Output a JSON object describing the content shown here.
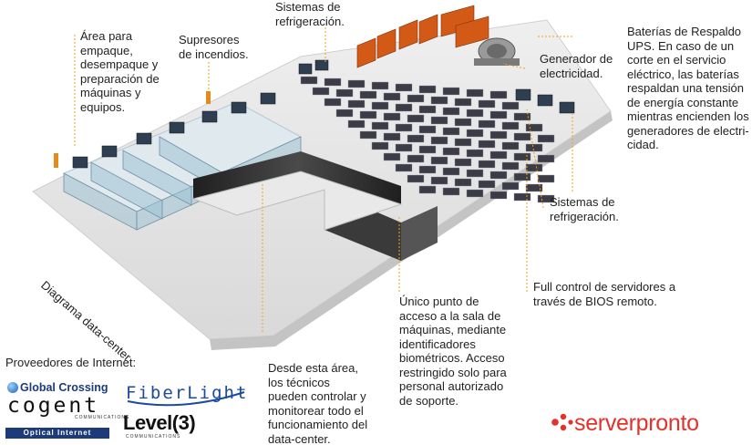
{
  "labels": {
    "area_empaque": "Área para\nempaque,\ndesempaque y\npreparación de\nmáquinas y\nequipos.",
    "supresores": "Supresores\nde incendios.",
    "refrigeracion_top": "Sistemas de\nrefrigeración.",
    "generador": "Generador de\nelectricidad.",
    "baterias": "Baterías de Respaldo\nUPS. En caso de un\ncorte en el servicio\neléctrico, las baterías\nrespaldan una tensión\nde energía constante\nmientras encienden los\ngeneradores de electri-\ncidad.",
    "refrigeracion_right": "Sistemas de\nrefrigeración.",
    "bios": "Full control de servidores a\ntravés de BIOS remoto.",
    "acceso": "Único punto de\nacceso a la sala de\nmáquinas, mediante\nidentificadores\nbiométricos. Acceso\nrestringido solo para\npersonal autorizado\nde soporte.",
    "tecnicos": "Desde esta área,\nlos técnicos\npueden controlar y\nmonitorear todo el\nfuncionamiento del\ndata-center."
  },
  "diagram_title": "Diagrama data-center.",
  "providers": {
    "heading": "Proveedores de Internet:",
    "global_crossing": "Global Crossing",
    "cogent": "cogent",
    "cogent_sub": "COMMUNICATIONS",
    "optical": "Optical Internet",
    "fiberlight": "FiberLight",
    "level3": "Level(3)",
    "level3_sub": "COMMUNICATIONS"
  },
  "brand": {
    "name": "serverpronto",
    "color": "#e4312b"
  },
  "colors": {
    "floor": "#e4e4e4",
    "leader": "#f2a21a",
    "wall": "#2a2a2a",
    "ups": "#d35a16",
    "glass": "#9ec3d6"
  },
  "icons": [
    "server-rack-icon",
    "cooling-unit-icon",
    "generator-icon",
    "ups-battery-icon",
    "fire-suppressor-icon",
    "serverpronto-logo-icon",
    "global-crossing-logo-icon"
  ]
}
